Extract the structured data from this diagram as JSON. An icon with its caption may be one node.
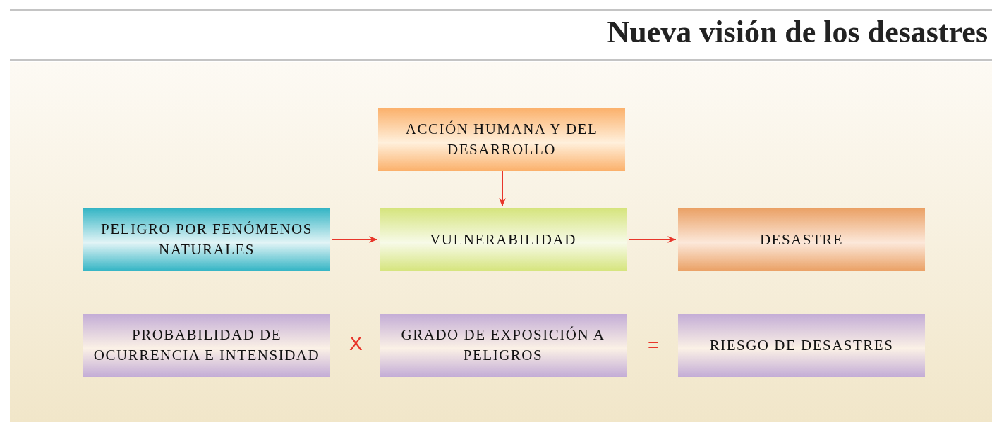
{
  "diagram": {
    "title": "Nueva visión de los desastres",
    "nodes": [
      {
        "text": [
          "ACCIÓN HUMANA Y DEL DESARROLLO"
        ]
      },
      {
        "text": [
          "PELIGRO POR FENÓMENOS NATURALES"
        ]
      },
      {
        "text": [
          "VULNERABILIDAD"
        ]
      },
      {
        "text": [
          "DESASTRE"
        ]
      },
      {
        "text": [
          "PROBABILIDAD DE OCURRENCIA E INTENSIDAD"
        ]
      },
      {
        "text": [
          "GRADO DE EXPOSICIÓN A PELIGROS"
        ]
      },
      {
        "text": [
          "RIESGO DE DESASTRES"
        ]
      }
    ],
    "edges": [
      {
        "from": 0,
        "to": 2,
        "arrow": "to"
      },
      {
        "from": 1,
        "to": 2,
        "arrow": "to"
      },
      {
        "from": 2,
        "to": 3,
        "arrow": "to"
      }
    ],
    "labels": [
      "X",
      "="
    ]
  }
}
